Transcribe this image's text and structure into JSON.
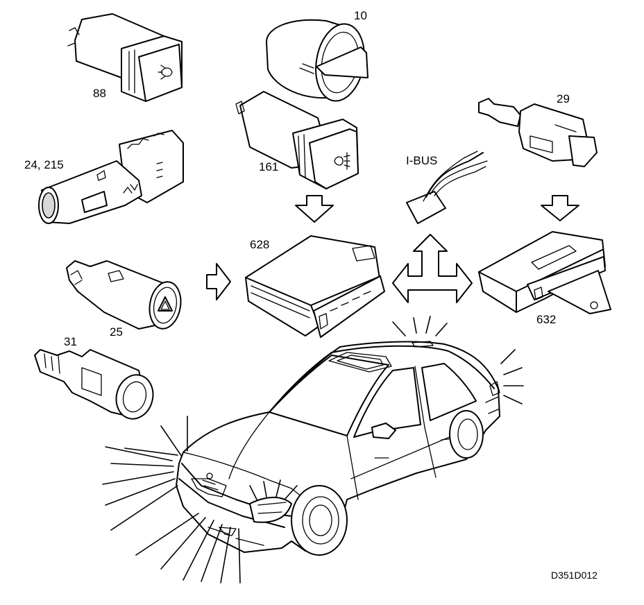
{
  "components": [
    {
      "id": "fog-switch",
      "label": "88"
    },
    {
      "id": "light-switch",
      "label": "10"
    },
    {
      "id": "brake-switch",
      "label": "29"
    },
    {
      "id": "stalk-switch",
      "label": "24, 215"
    },
    {
      "id": "rear-fog-switch",
      "label": "161"
    },
    {
      "id": "ibus",
      "label": "I-BUS"
    },
    {
      "id": "control-module",
      "label": "628"
    },
    {
      "id": "hazard-switch",
      "label": "25"
    },
    {
      "id": "module-632",
      "label": "632"
    },
    {
      "id": "sensor-switch",
      "label": "31"
    }
  ],
  "drawing_code": "D351D012"
}
